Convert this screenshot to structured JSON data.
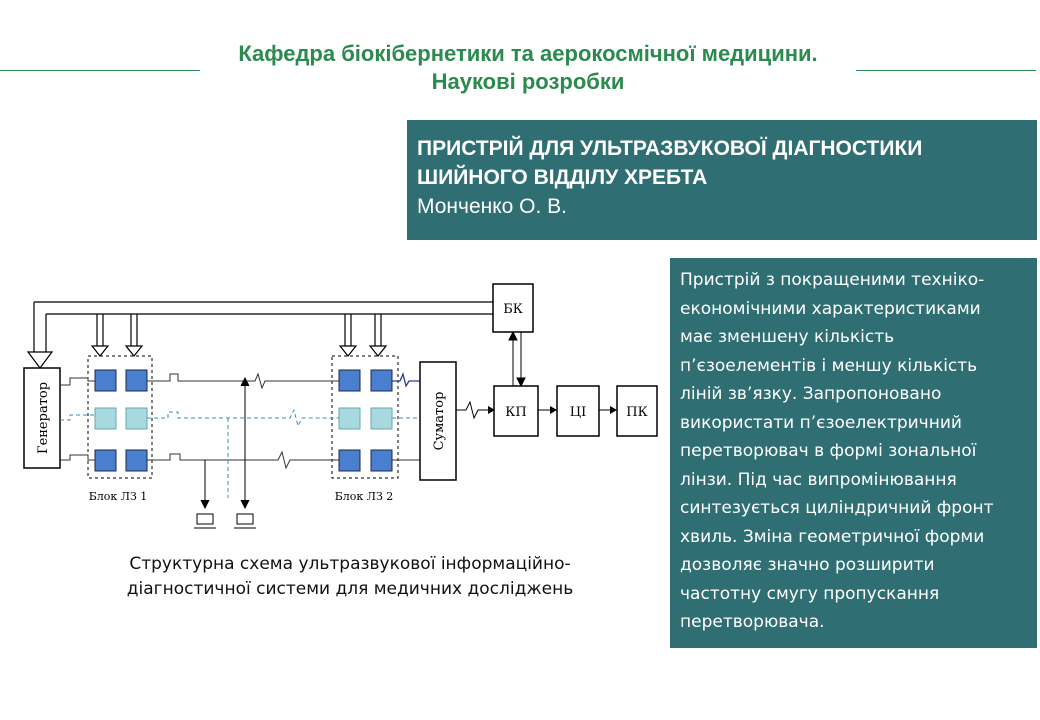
{
  "header": {
    "line1": "Кафедра біокібернетики та аерокосмічної медицини.",
    "line2": "Наукові розробки"
  },
  "title_box": {
    "line1": "ПРИСТРІЙ ДЛЯ УЛЬТРАЗВУКОВОЇ ДІАГНОСТИКИ",
    "line2": "ШИЙНОГО ВІДДІЛУ ХРЕБТА",
    "author": "Монченко О. В."
  },
  "description": {
    "lines": [
      "Пристрій з покращеними техніко-",
      "економічними характеристиками",
      "має  зменшену кількість",
      "п’єзоелементів  і меншу кількість",
      "ліній зв’язку. Запропоновано",
      "використати п’єзоелектричний",
      "перетворювач в формі зональної",
      "лінзи. Під час випромінювання",
      "синтезується циліндричний фронт",
      "хвиль. Зміна геометричної форми",
      "дозволяє значно розширити",
      "частотну смугу пропускання",
      "перетворювача."
    ]
  },
  "diagram": {
    "generator": "Генератор",
    "summator": "Суматор",
    "bk": "БК",
    "kp": "КП",
    "tsi": "ЦІ",
    "pk": "ПК",
    "block1": "Блок ЛЗ 1",
    "block2": "Блок ЛЗ 2",
    "colors": {
      "element_dark": "#4a7fd0",
      "element_light": "#a8d8e0",
      "line": "#000000",
      "dashed": "#3a8fbf"
    }
  },
  "caption": {
    "line1": "Структурна схема ультразвукової інформаційно-",
    "line2": "діагностичної системи для медичних досліджень"
  }
}
